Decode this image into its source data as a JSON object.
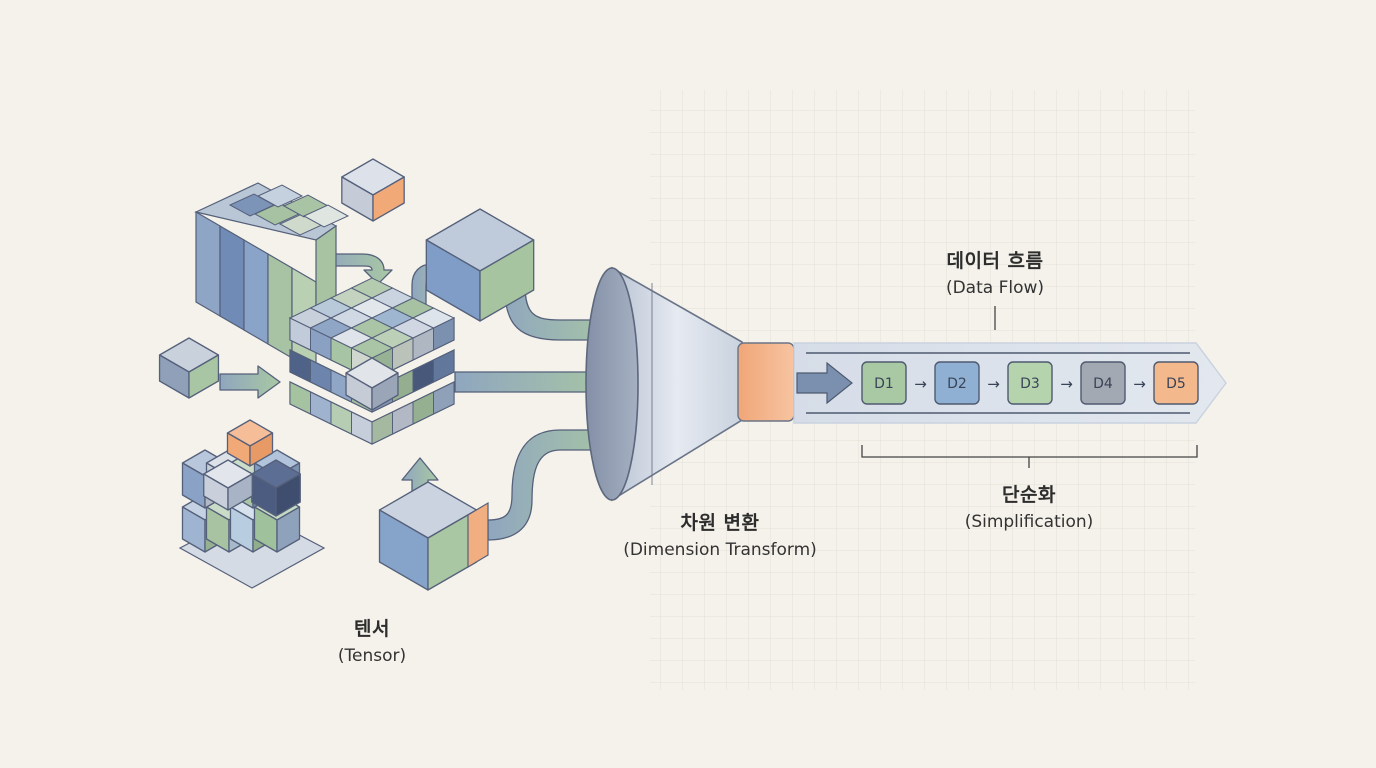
{
  "labels": {
    "tensor": {
      "ko": "텐서",
      "en": "(Tensor)"
    },
    "transform": {
      "ko": "차원 변환",
      "en": "(Dimension Transform)"
    },
    "flow": {
      "ko": "데이터 흐름",
      "en": "(Data Flow)"
    },
    "simplification": {
      "ko": "단순화",
      "en": "(Simplification)"
    }
  },
  "pipeline": {
    "nodes": [
      {
        "id": "D1",
        "color": "#a9c9a4"
      },
      {
        "id": "D2",
        "color": "#8fb0d3"
      },
      {
        "id": "D3",
        "color": "#b5d4ae"
      },
      {
        "id": "D4",
        "color": "#a3a9b3"
      },
      {
        "id": "D5",
        "color": "#f3b98d"
      }
    ],
    "arrow_glyph": "→"
  },
  "colors": {
    "background": "#f4f2ea",
    "blue": "#7d9cc4",
    "green": "#a6c7a1",
    "orange": "#f2a978",
    "slate": "#8f9aae",
    "dark_blue": "#4d5f80",
    "outline": "#55607a"
  }
}
